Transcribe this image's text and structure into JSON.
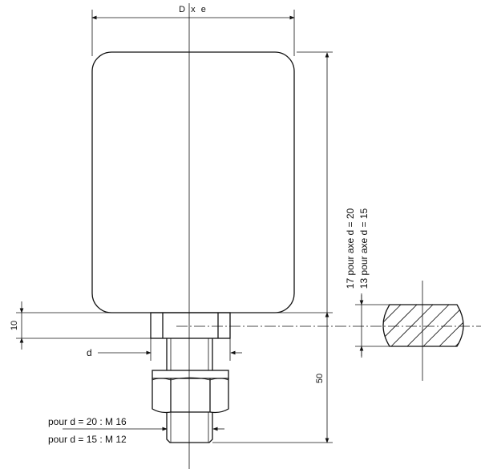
{
  "labels": {
    "top_dimension": "D x e",
    "height_10": "10",
    "diameter_d": "d",
    "height_50": "50",
    "thread_20": "pour d = 20 : M 16",
    "thread_15": "pour d = 15 : M 12",
    "section_17": "17 pour axe d = 20",
    "section_13": "13 pour axe d = 15"
  }
}
